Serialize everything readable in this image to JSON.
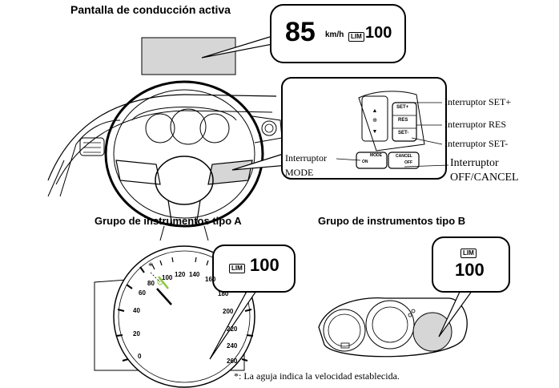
{
  "hud": {
    "title": "Pantalla de conducción activa",
    "speed": "85",
    "speed_unit": "km/h",
    "lim_badge": "LIM",
    "limit_value": "100"
  },
  "switch_panel": {
    "set_plus_label": "Interruptor SET+",
    "res_label": "Interruptor RES",
    "set_minus_label": "Interruptor SET-",
    "mode_label_line1": "Interruptor",
    "mode_label_line2": "MODE",
    "cancel_label_line1": "Interruptor",
    "cancel_label_line2": "OFF/CANCEL",
    "btn_set_plus": "SET+",
    "btn_res": "RES",
    "btn_set_minus": "SET-",
    "btn_mode": "MODE",
    "btn_on": "ON",
    "btn_cancel": "CANCEL",
    "btn_off": "OFF"
  },
  "cluster_a": {
    "title": "Grupo de instrumentos tipo A",
    "lim_badge": "LIM",
    "limit_value": "100",
    "asterisk": "*",
    "ticks": [
      "0",
      "20",
      "40",
      "60",
      "80",
      "100",
      "120",
      "140",
      "160",
      "180",
      "200",
      "220",
      "240",
      "260"
    ]
  },
  "cluster_b": {
    "title": "Grupo de instrumentos tipo B",
    "lim_badge": "LIM",
    "limit_value": "100"
  },
  "footnote": "*: La aguja indica la velocidad establecida.",
  "colors": {
    "screen_fill": "#d6d6d6",
    "needle_highlight": "#8cc640",
    "line": "#000000"
  }
}
